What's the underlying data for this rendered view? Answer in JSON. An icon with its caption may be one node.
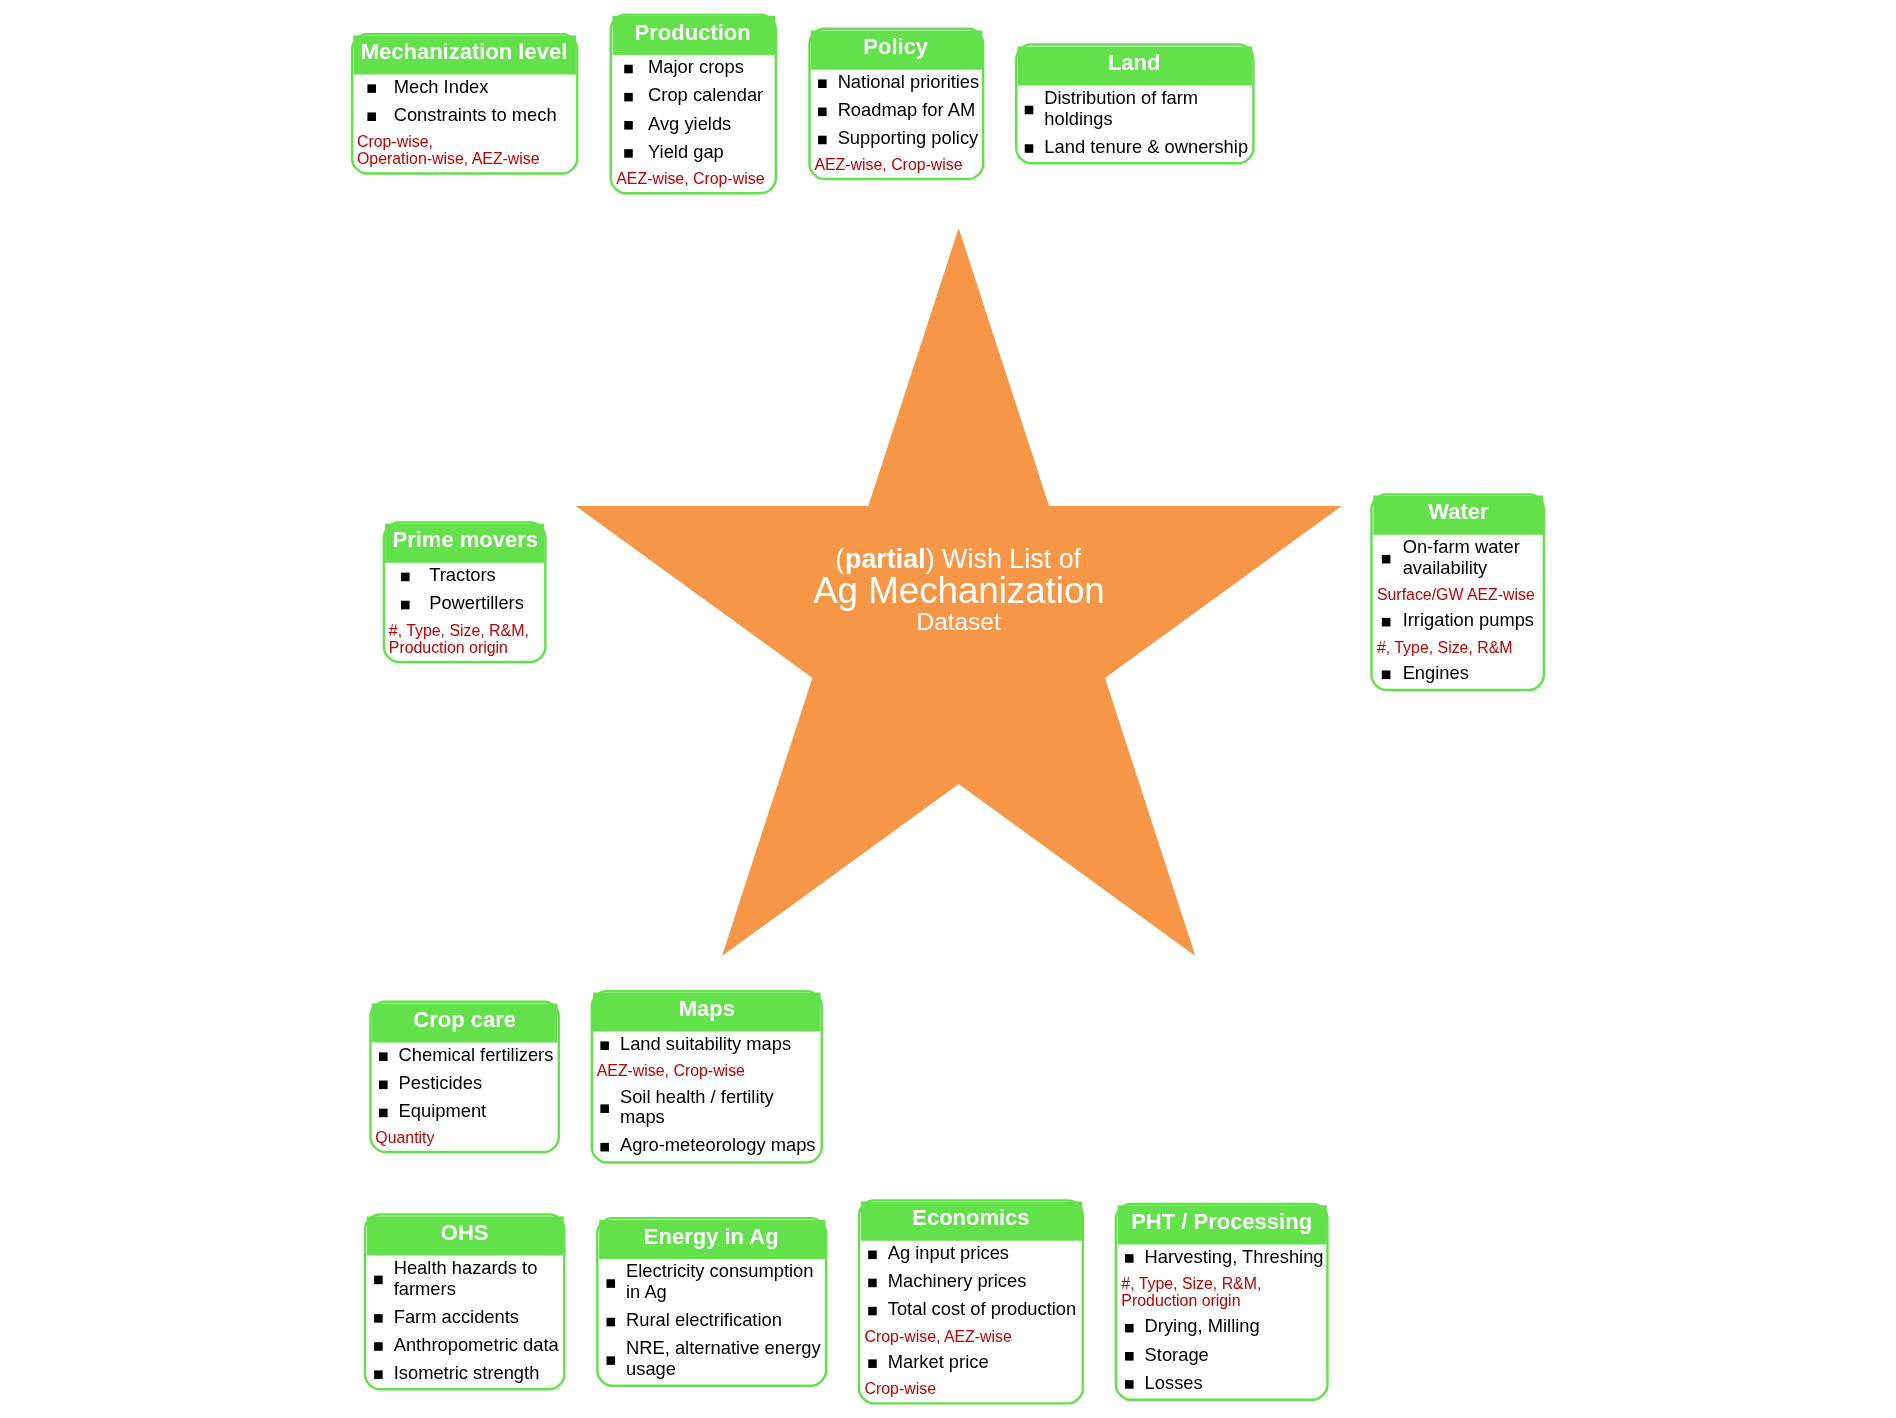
{
  "diagram": {
    "nodes": [
      {
        "text": [
          "Mechanization level",
          "Mech Index",
          "Constraints to mech",
          "Crop-wise, Operation-wise, AEZ-wise"
        ]
      },
      {
        "text": [
          "Production",
          "Major crops",
          "Crop calendar",
          "Avg yields",
          "Yield gap",
          "AEZ-wise, Crop-wise"
        ]
      },
      {
        "text": [
          "Policy",
          "National priorities",
          "Roadmap for AM",
          "Supporting policy",
          "AEZ-wise, Crop-wise"
        ]
      },
      {
        "text": [
          "Land",
          "Distribution of farm holdings",
          "Land tenure & ownership"
        ]
      },
      {
        "text": [
          "Water",
          "On-farm water availability",
          "Surface/GW AEZ-wise",
          "Irrigation pumps",
          "#, Type, Size, R&M",
          "Engines"
        ]
      },
      {
        "text": [
          "Prime movers",
          "Tractors",
          "Powertillers",
          "#, Type, Size, R&M, Production origin"
        ]
      },
      {
        "text": [
          "(**partial**) Wish List of",
          "Ag Mechanization",
          "Dataset"
        ]
      },
      {
        "text": [
          "Maps",
          "Land suitability maps",
          "AEZ-wise, Crop-wise",
          "Soil health / fertility maps",
          "Agro-meteorology maps"
        ]
      },
      {
        "text": [
          "Crop care",
          "Chemical fertilizers",
          "Pesticides",
          "Equipment",
          "Quantity"
        ]
      },
      {
        "text": [
          "OHS",
          "Health hazards to farmers",
          "Farm accidents",
          "Anthropometric data",
          "Isometric strength"
        ]
      },
      {
        "text": [
          "Energy in Ag",
          "Electricity consumption in Ag",
          "Rural electrification",
          "NRE, alternative energy usage"
        ]
      },
      {
        "text": [
          "Economics",
          "Ag input prices",
          "Machinery prices",
          "Total cost of production",
          "Crop-wise, AEZ-wise",
          "Market price",
          "Crop-wise"
        ]
      },
      {
        "text": [
          "PHT / Processing",
          "Harvesting, Threshing",
          "#, Type, Size, R&M, Production origin",
          "Drying, Milling",
          "Storage",
          "Losses"
        ]
      }
    ]
  }
}
